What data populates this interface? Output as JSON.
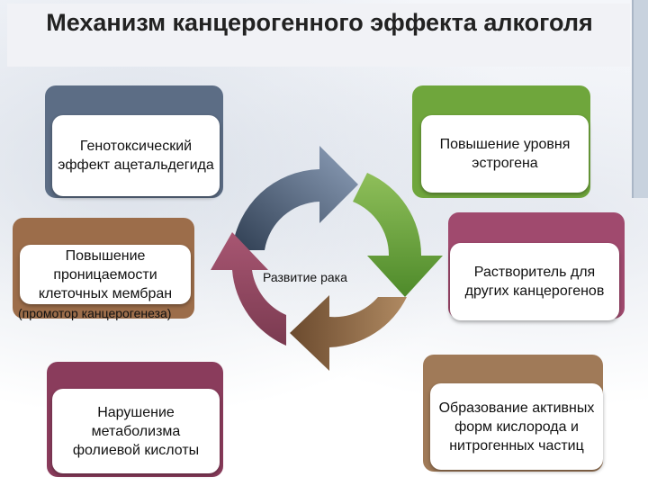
{
  "title": "Механизм канцерогенного эффекта алкоголя",
  "center_label": "Развитие рака",
  "cards": {
    "genotoxic": "Генотоксический эффект ацетальдегида",
    "estrogen": "Повышение уровня эстрогена",
    "permeability": "Повышение проницаемости клеточных мембран",
    "promoter_note": "(промотор канцерогенеза)",
    "solvent": "Растворитель для других канцерогенов",
    "folate": "Нарушение метаболизма фолиевой кислоты",
    "ros": "Образование активных форм кислорода и нитрогенных частиц"
  },
  "colors": {
    "blue_gray": "#5c6d85",
    "green": "#6fa63c",
    "brown": "#9c6d4a",
    "plum": "#8a3c5c",
    "rose": "#a04a6e",
    "tan": "#a07a58"
  }
}
